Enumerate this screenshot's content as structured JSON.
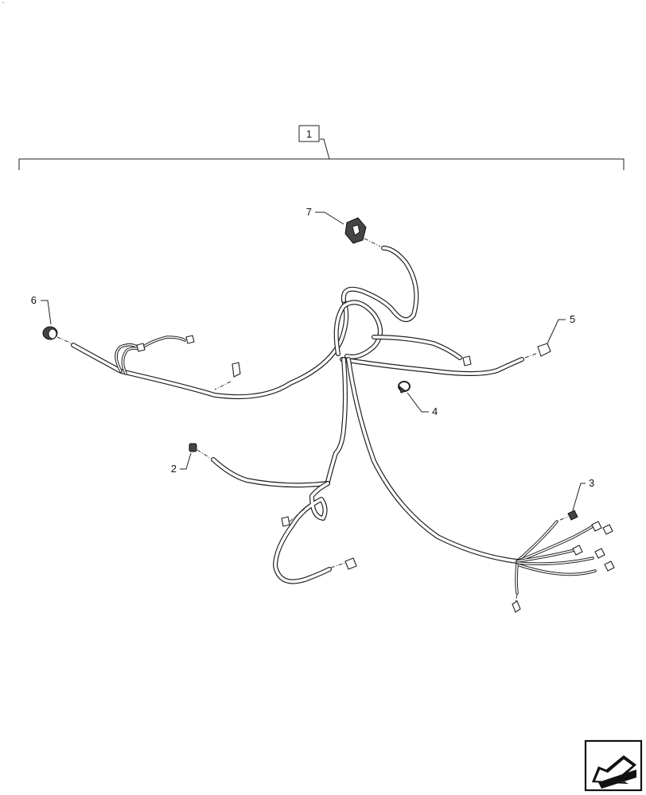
{
  "callouts": {
    "assembly": "1",
    "item_2": "2",
    "item_3": "3",
    "item_4": "4",
    "item_5": "5",
    "item_6": "6",
    "item_7": "7"
  },
  "icons": {
    "corner_nav": "arrow-navigation-icon"
  }
}
